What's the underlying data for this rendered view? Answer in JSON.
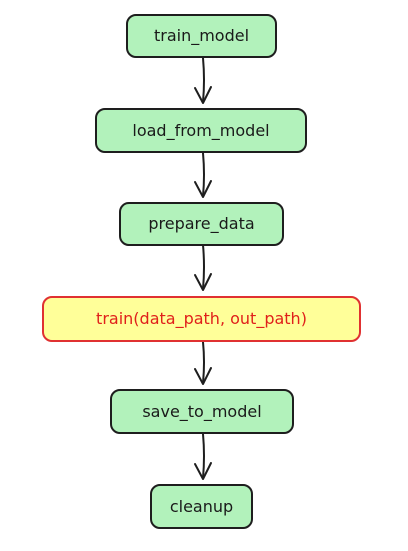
{
  "colors": {
    "node_fill": "#b2f2bb",
    "node_stroke": "#1e1e1e",
    "highlight_fill": "#ffff99",
    "highlight_stroke": "#e03131",
    "highlight_text": "#e03131",
    "arrow": "#1e1e1e"
  },
  "nodes": [
    {
      "id": "train_model",
      "label": "train_model",
      "highlight": false
    },
    {
      "id": "load_from_model",
      "label": "load_from_model",
      "highlight": false
    },
    {
      "id": "prepare_data",
      "label": "prepare_data",
      "highlight": false
    },
    {
      "id": "train",
      "label": "train(data_path, out_path)",
      "highlight": true
    },
    {
      "id": "save_to_model",
      "label": "save_to_model",
      "highlight": false
    },
    {
      "id": "cleanup",
      "label": "cleanup",
      "highlight": false
    }
  ],
  "edges": [
    {
      "from": "train_model",
      "to": "load_from_model"
    },
    {
      "from": "load_from_model",
      "to": "prepare_data"
    },
    {
      "from": "prepare_data",
      "to": "train"
    },
    {
      "from": "train",
      "to": "save_to_model"
    },
    {
      "from": "save_to_model",
      "to": "cleanup"
    }
  ]
}
